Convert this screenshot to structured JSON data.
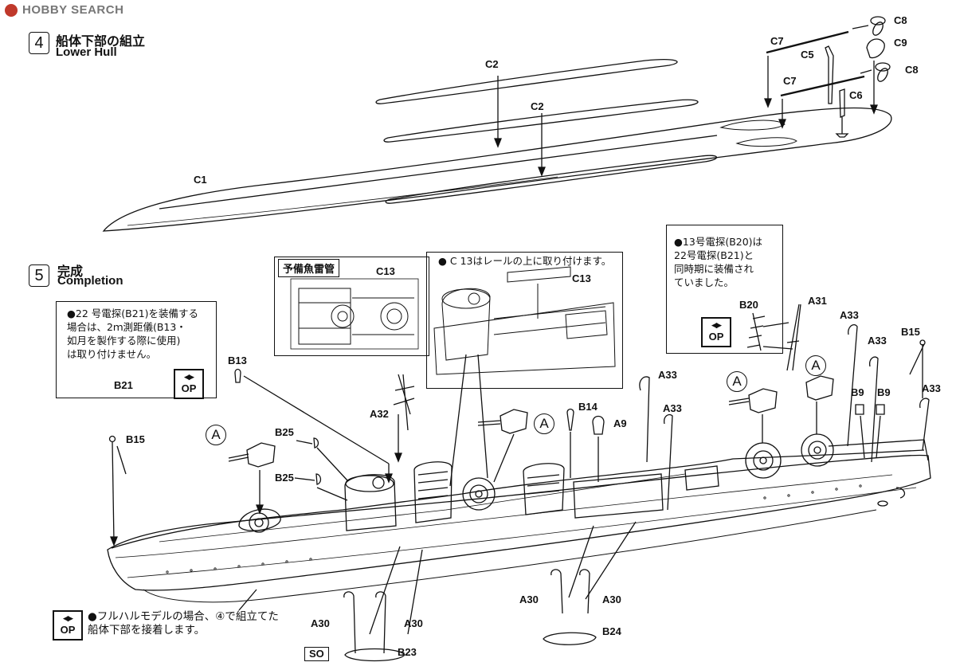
{
  "watermark": "HOBBY SEARCH",
  "step4": {
    "num": "4",
    "jp": "船体下部の組立",
    "en": "Lower Hull"
  },
  "step5": {
    "num": "5",
    "jp": "完成",
    "en": "Completion"
  },
  "parts": {
    "C1": "C1",
    "C2a": "C2",
    "C2b": "C2",
    "C5": "C5",
    "C6": "C6",
    "C7a": "C7",
    "C7b": "C7",
    "C8a": "C8",
    "C8b": "C8",
    "C9": "C9",
    "C13a": "C13",
    "C13b": "C13",
    "B13": "B13",
    "B14": "B14",
    "B15a": "B15",
    "B15b": "B15",
    "B20": "B20",
    "B21": "B21",
    "B23": "B23",
    "B24": "B24",
    "B25a": "B25",
    "B25b": "B25",
    "B9a": "B9",
    "B9b": "B9",
    "A9": "A9",
    "A30a": "A30",
    "A30b": "A30",
    "A30c": "A30",
    "A30d": "A30",
    "A31": "A31",
    "A32": "A32",
    "A33a": "A33",
    "A33b": "A33",
    "A33c": "A33",
    "A33d": "A33",
    "A33e": "A33"
  },
  "circle_marker": "A",
  "notes": {
    "b21_lines": [
      "●22 号電探(B21)を装備する",
      "場合は、2ｍ測距儀(B13・",
      "如月を製作する際に使用)",
      "は取り付けません。"
    ],
    "b20_lines": [
      "●13号電探(B20)は",
      "22号電探(B21)と",
      "同時期に装備され",
      "ていました。"
    ],
    "c13_note": "● C 13はレールの上に取り付けます。",
    "reserve_torpedo": "予備魚雷管",
    "fullhull_lines": [
      "●フルハルモデルの場合、④で組立てた",
      "船体下部を接着します。"
    ]
  },
  "op": {
    "arrow": "◂▸",
    "text": "OP"
  },
  "so": "SO"
}
